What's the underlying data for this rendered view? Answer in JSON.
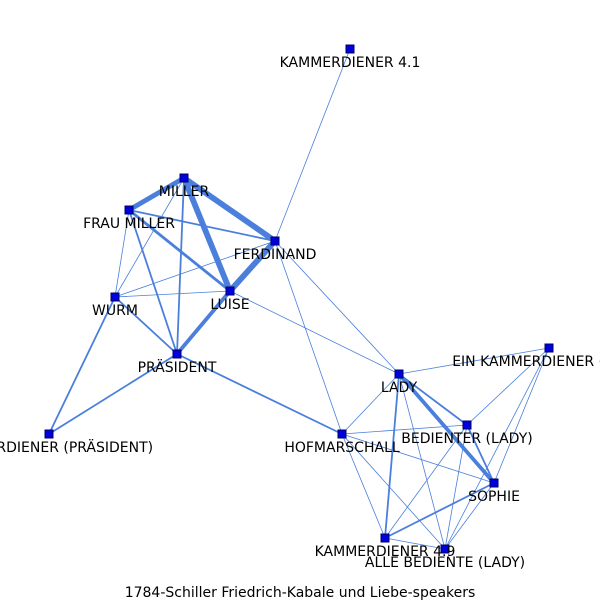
{
  "title": "1784-Schiller_Friedrich-Kabale_und_Liebe-speakers",
  "caption": "1784-Schiller Friedrich-Kabale und Liebe-speakers",
  "colors": {
    "edge": "#4a7fdc",
    "node_fill": "#0000dd",
    "node_stroke": "#000066",
    "label": "#000000"
  },
  "nodes": [
    {
      "id": "kammerdiener41",
      "label": "KAMMERDIENER 4.1"
    },
    {
      "id": "miller",
      "label": "MILLER"
    },
    {
      "id": "fraumiller",
      "label": "FRAU MILLER"
    },
    {
      "id": "ferdinand",
      "label": "FERDINAND"
    },
    {
      "id": "wurm",
      "label": "WURM"
    },
    {
      "id": "luise",
      "label": "LUISE"
    },
    {
      "id": "praesident",
      "label": "PRÄSIDENT"
    },
    {
      "id": "kammerdienerpraes",
      "label": "KAMMERDIENER (PRÄSIDENT)"
    },
    {
      "id": "einkammerdiener",
      "label": "EIN KAMMERDIENER (LADY)"
    },
    {
      "id": "lady",
      "label": "LADY"
    },
    {
      "id": "bedienter",
      "label": "BEDIENTER (LADY)"
    },
    {
      "id": "hofmarschall",
      "label": "HOFMARSCHALL"
    },
    {
      "id": "sophie",
      "label": "SOPHIE"
    },
    {
      "id": "kammerdiener49",
      "label": "KAMMERDIENER 4.9"
    },
    {
      "id": "allebediente",
      "label": "ALLE BEDIENTE (LADY)"
    }
  ],
  "edges": [
    {
      "source": "miller",
      "target": "fraumiller",
      "weight": 5
    },
    {
      "source": "miller",
      "target": "ferdinand",
      "weight": 6
    },
    {
      "source": "miller",
      "target": "luise",
      "weight": 6
    },
    {
      "source": "miller",
      "target": "wurm",
      "weight": 1
    },
    {
      "source": "miller",
      "target": "praesident",
      "weight": 2
    },
    {
      "source": "fraumiller",
      "target": "ferdinand",
      "weight": 2
    },
    {
      "source": "fraumiller",
      "target": "luise",
      "weight": 3
    },
    {
      "source": "fraumiller",
      "target": "wurm",
      "weight": 1
    },
    {
      "source": "fraumiller",
      "target": "praesident",
      "weight": 2
    },
    {
      "source": "ferdinand",
      "target": "luise",
      "weight": 6
    },
    {
      "source": "ferdinand",
      "target": "kammerdiener41",
      "weight": 1
    },
    {
      "source": "ferdinand",
      "target": "wurm",
      "weight": 1
    },
    {
      "source": "ferdinand",
      "target": "hofmarschall",
      "weight": 1
    },
    {
      "source": "ferdinand",
      "target": "lady",
      "weight": 1
    },
    {
      "source": "ferdinand",
      "target": "praesident",
      "weight": 1
    },
    {
      "source": "wurm",
      "target": "luise",
      "weight": 1
    },
    {
      "source": "wurm",
      "target": "praesident",
      "weight": 2
    },
    {
      "source": "wurm",
      "target": "kammerdienerpraes",
      "weight": 2
    },
    {
      "source": "luise",
      "target": "praesident",
      "weight": 4
    },
    {
      "source": "luise",
      "target": "lady",
      "weight": 1
    },
    {
      "source": "praesident",
      "target": "kammerdienerpraes",
      "weight": 2
    },
    {
      "source": "praesident",
      "target": "hofmarschall",
      "weight": 2
    },
    {
      "source": "lady",
      "target": "sophie",
      "weight": 4
    },
    {
      "source": "lady",
      "target": "bedienter",
      "weight": 2
    },
    {
      "source": "lady",
      "target": "hofmarschall",
      "weight": 1
    },
    {
      "source": "lady",
      "target": "kammerdiener49",
      "weight": 2
    },
    {
      "source": "lady",
      "target": "allebediente",
      "weight": 1
    },
    {
      "source": "lady",
      "target": "einkammerdiener",
      "weight": 1
    },
    {
      "source": "bedienter",
      "target": "sophie",
      "weight": 2
    },
    {
      "source": "bedienter",
      "target": "hofmarschall",
      "weight": 1
    },
    {
      "source": "bedienter",
      "target": "kammerdiener49",
      "weight": 1
    },
    {
      "source": "bedienter",
      "target": "allebediente",
      "weight": 1
    },
    {
      "source": "bedienter",
      "target": "einkammerdiener",
      "weight": 1
    },
    {
      "source": "hofmarschall",
      "target": "sophie",
      "weight": 1
    },
    {
      "source": "hofmarschall",
      "target": "kammerdiener49",
      "weight": 1
    },
    {
      "source": "hofmarschall",
      "target": "allebediente",
      "weight": 1
    },
    {
      "source": "sophie",
      "target": "kammerdiener49",
      "weight": 2
    },
    {
      "source": "sophie",
      "target": "allebediente",
      "weight": 1
    },
    {
      "source": "sophie",
      "target": "einkammerdiener",
      "weight": 1
    },
    {
      "source": "kammerdiener49",
      "target": "allebediente",
      "weight": 1
    },
    {
      "source": "einkammerdiener",
      "target": "allebediente",
      "weight": 1
    }
  ]
}
